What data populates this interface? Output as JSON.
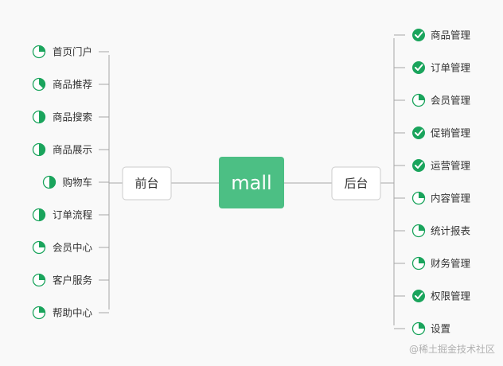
{
  "center": {
    "label": "mall",
    "color": "#4cbf84"
  },
  "left_branch": {
    "label": "前台",
    "items": [
      {
        "label": "首页门户",
        "progress": 0.25
      },
      {
        "label": "商品推荐",
        "progress": 0.375
      },
      {
        "label": "商品搜索",
        "progress": 0.5
      },
      {
        "label": "商品展示",
        "progress": 0.5
      },
      {
        "label": "购物车",
        "progress": 0.5
      },
      {
        "label": "订单流程",
        "progress": 0.5
      },
      {
        "label": "会员中心",
        "progress": 0.25
      },
      {
        "label": "客户服务",
        "progress": 0.25
      },
      {
        "label": "帮助中心",
        "progress": 0.25
      }
    ]
  },
  "right_branch": {
    "label": "后台",
    "items": [
      {
        "label": "商品管理",
        "progress": 1,
        "done": true
      },
      {
        "label": "订单管理",
        "progress": 1,
        "done": true
      },
      {
        "label": "会员管理",
        "progress": 0.25
      },
      {
        "label": "促销管理",
        "progress": 1,
        "done": true
      },
      {
        "label": "运营管理",
        "progress": 1,
        "done": true
      },
      {
        "label": "内容管理",
        "progress": 0.25
      },
      {
        "label": "统计报表",
        "progress": 0.25
      },
      {
        "label": "财务管理",
        "progress": 0.25
      },
      {
        "label": "权限管理",
        "progress": 1,
        "done": true
      },
      {
        "label": "设置",
        "progress": 0.25
      }
    ]
  },
  "watermark": "@稀土掘金技术社区",
  "colors": {
    "accent": "#1aa45c",
    "line": "#a6a6a6",
    "box_border": "#cccccc",
    "text": "#333333"
  }
}
